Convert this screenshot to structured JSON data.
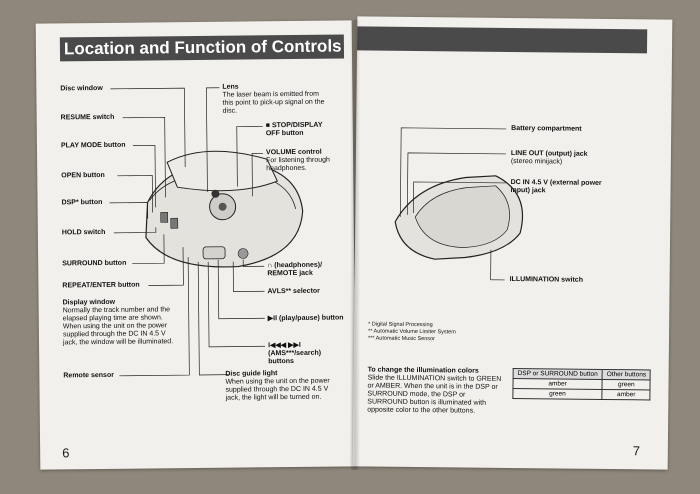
{
  "left_page": {
    "title": "Location and Function of Controls",
    "page_number": "6",
    "labels": {
      "disc_window": "Disc window",
      "resume_switch": "RESUME switch",
      "play_mode_button": "PLAY MODE button",
      "open_button": "OPEN button",
      "dsp_button": "DSP* button",
      "hold_switch": "HOLD switch",
      "surround_button": "SURROUND button",
      "repeat_enter_button": "REPEAT/ENTER button",
      "display_window": "Display window",
      "display_window_desc": "Normally the track number and the elapsed playing time are shown. When using the unit on the power supplied through the DC IN 4.5 V jack, the window will be illuminated.",
      "remote_sensor": "Remote sensor",
      "lens": "Lens",
      "lens_desc": "The laser beam is emitted from this point to pick-up signal on the disc.",
      "stop_display": "■ STOP/DISPLAY OFF button",
      "volume_control": "VOLUME control",
      "volume_desc": "For listening through headphones.",
      "headphones_jack": "∩ (headphones)/ REMOTE jack",
      "avls_selector": "AVLS** selector",
      "play_pause": "▶II (play/pause) button",
      "ams_search": "I◀◀◀ ▶▶I (AMS***/search) buttons",
      "disc_guide_light": "Disc guide light",
      "disc_guide_desc": "When using the unit on the power supplied through the DC IN 4.5 V jack, the light will be turned on."
    }
  },
  "right_page": {
    "page_number": "7",
    "labels": {
      "battery_compartment": "Battery compartment",
      "line_out": "LINE OUT (output) jack",
      "line_out_desc": "(stereo minijack)",
      "dc_in": "DC IN 4.5 V (external power input) jack",
      "illumination_switch": "ILLUMINATION switch"
    },
    "footnotes": [
      "*   Digital Signal Processing",
      "**  Automatic Volume Limiter System",
      "*** Automatic Music Sensor"
    ],
    "illumination": {
      "heading": "To change the illumination colors",
      "body": "Slide the ILLUMINATION switch to GREEN or AMBER. When the unit is in the DSP or SURROUND mode, the DSP or SURROUND button is illuminated with opposite color to the other buttons."
    },
    "table": {
      "headers": [
        "DSP or SURROUND button",
        "Other buttons"
      ],
      "rows": [
        [
          "amber",
          "green"
        ],
        [
          "green",
          "amber"
        ]
      ]
    }
  }
}
